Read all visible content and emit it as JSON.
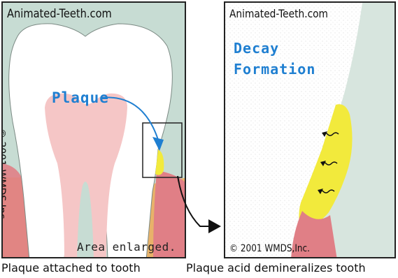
{
  "left_panel": {
    "watermark": "Animated-Teeth.com",
    "copyright": "© 2001 WMDS,Inc.",
    "plaque_label": "Plaque",
    "area_label": "Area enlarged."
  },
  "right_panel": {
    "watermark": "Animated-Teeth.com",
    "title_line1": "Decay",
    "title_line2": "Formation",
    "copyright": "© 2001 WMDS,Inc."
  },
  "captions": {
    "left": "Plaque attached to tooth",
    "right": "Plaque acid demineralizes tooth"
  },
  "colors": {
    "background": "#c7dcd3",
    "tooth": "#ffffff",
    "pulp": "#f5c6c6",
    "gum": "#e07f86",
    "bone": "#e8b26a",
    "plaque": "#f2ea3c",
    "label_blue": "#1f7fd1"
  }
}
